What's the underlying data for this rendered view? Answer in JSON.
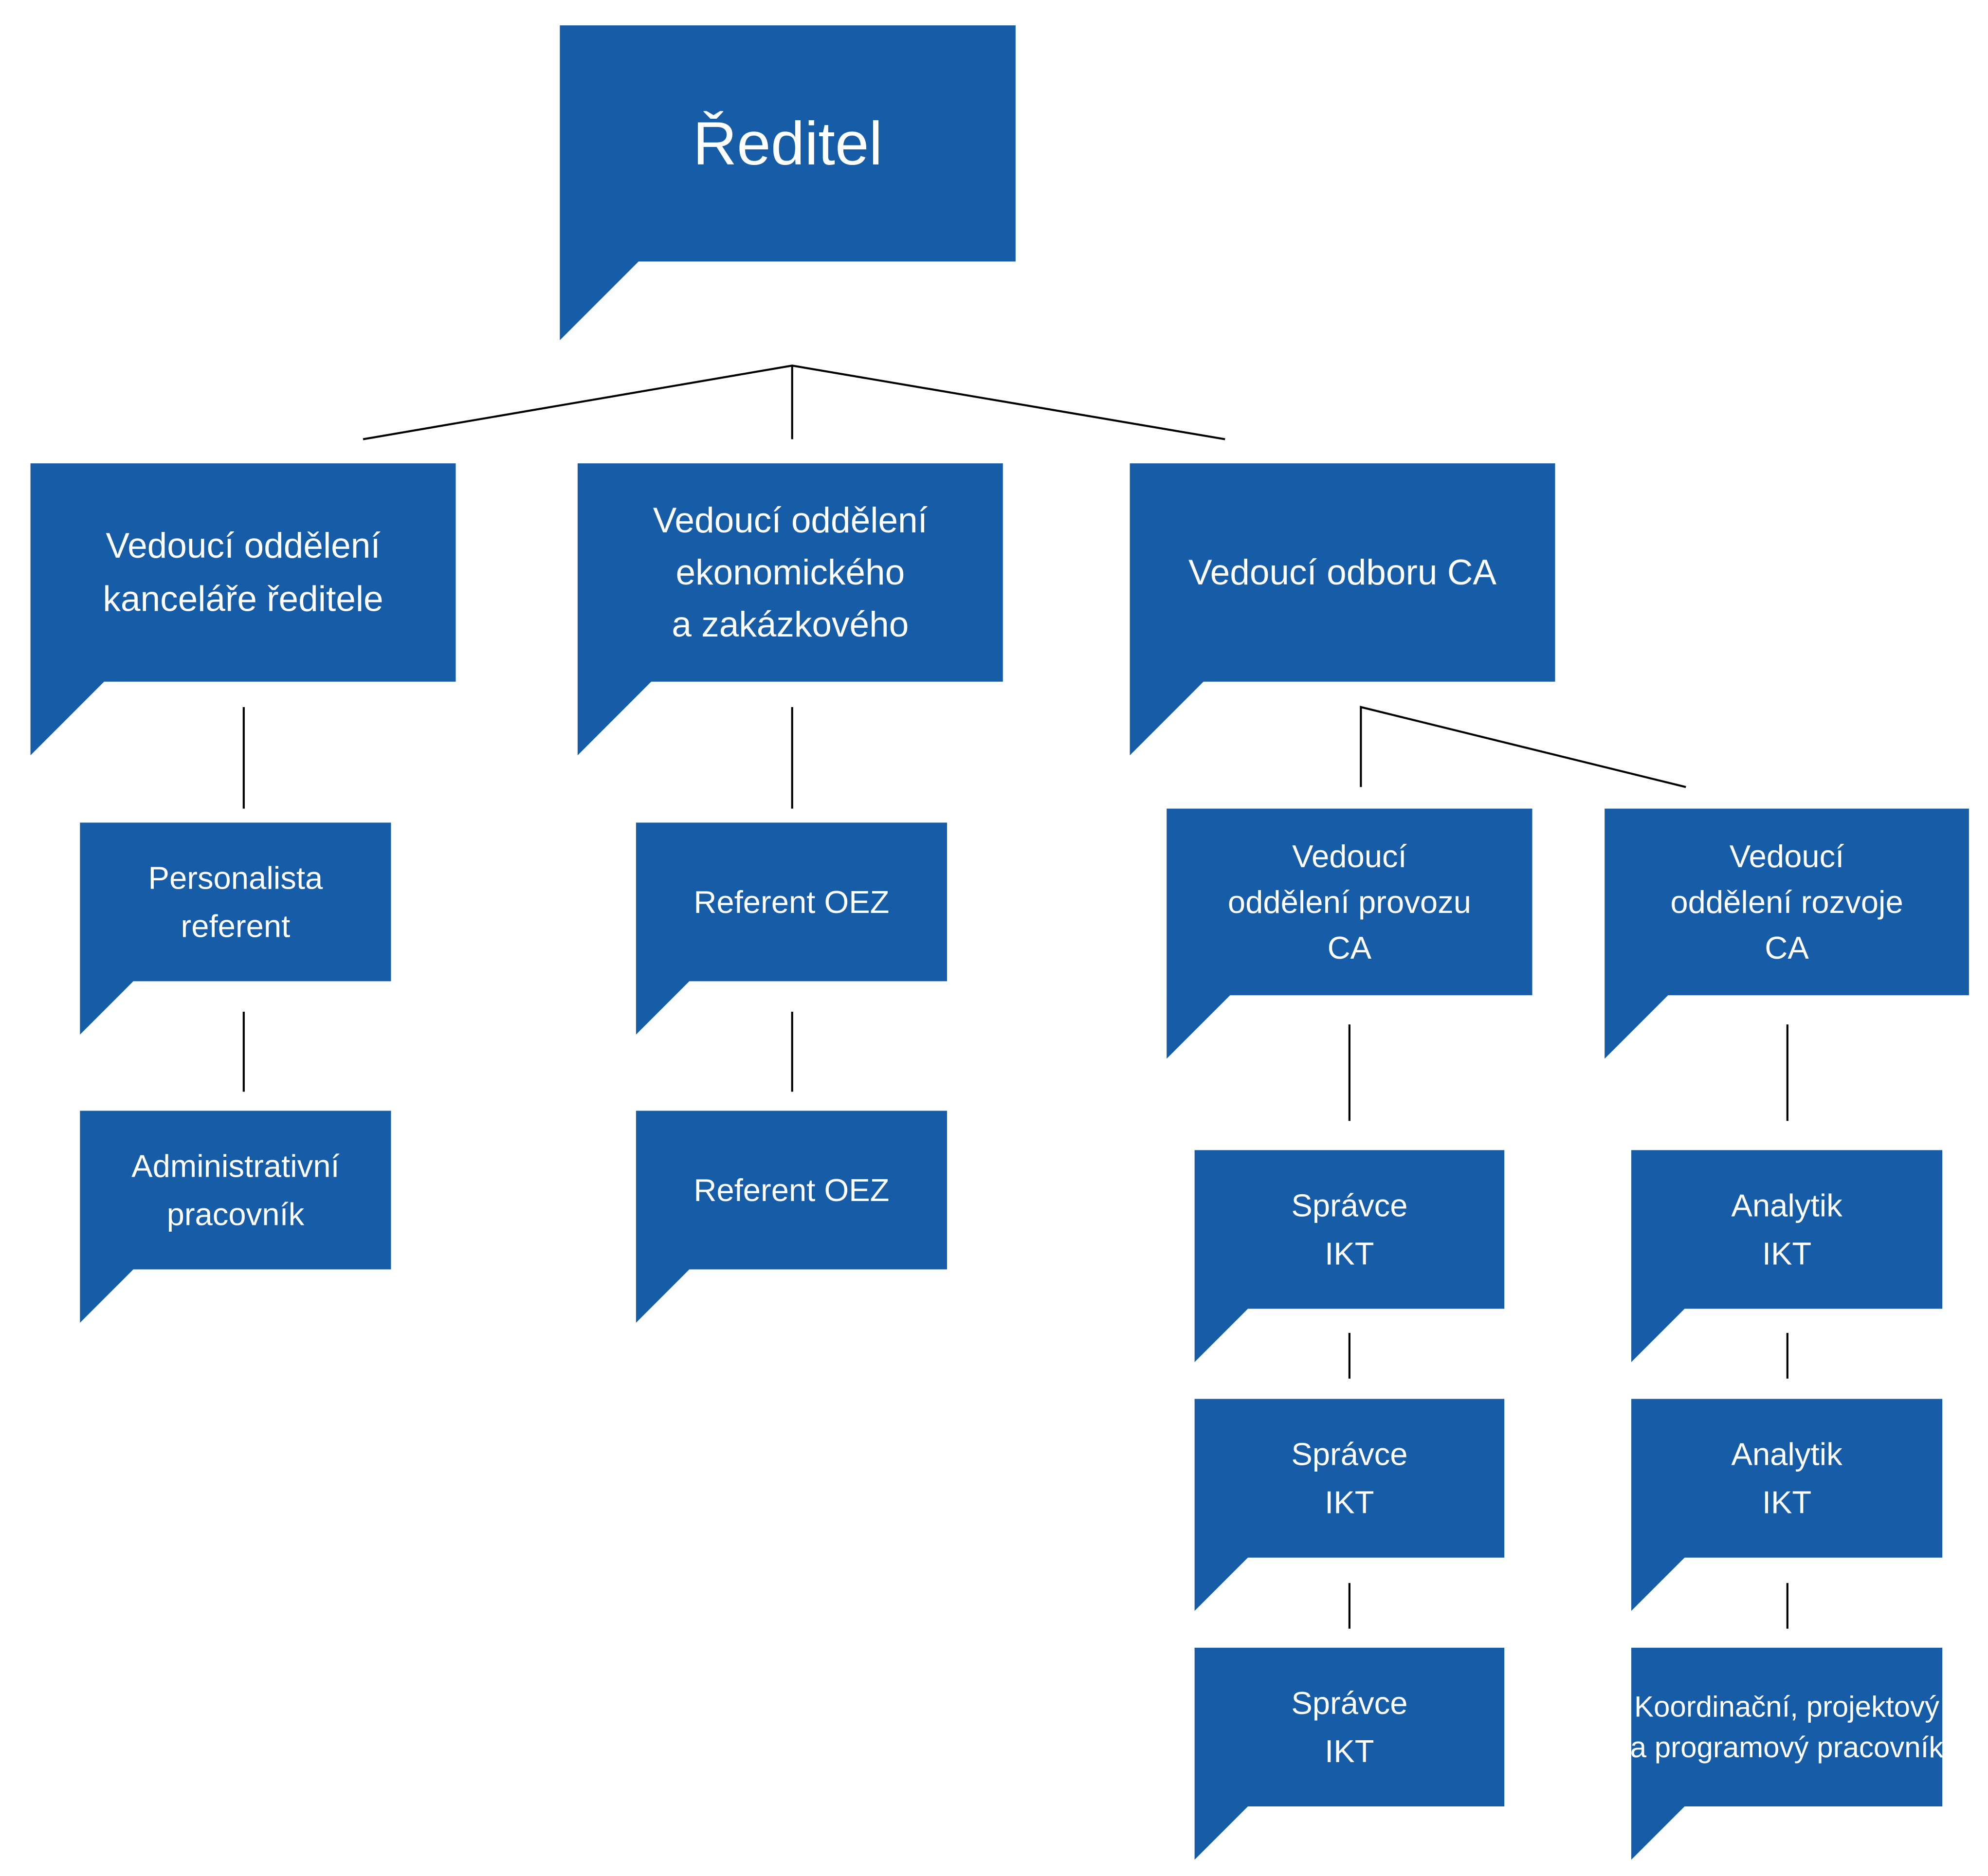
{
  "colors": {
    "box": "#175ca6",
    "line": "#000000",
    "text": "#ffffff"
  },
  "nodes": [
    {
      "id": "reditel",
      "lines": [
        "Ředitel"
      ]
    },
    {
      "id": "kancelar",
      "lines": [
        "Vedoucí oddělení",
        "kanceláře ředitele"
      ]
    },
    {
      "id": "ekonom",
      "lines": [
        "Vedoucí oddělení",
        "ekonomického",
        "a zakázkového"
      ]
    },
    {
      "id": "odbor-ca",
      "lines": [
        "Vedoucí odboru CA"
      ]
    },
    {
      "id": "personalista",
      "lines": [
        "Personalista",
        "referent"
      ]
    },
    {
      "id": "administrativni",
      "lines": [
        "Administrativní",
        "pracovník"
      ]
    },
    {
      "id": "referent-oez-1",
      "lines": [
        "Referent OEZ"
      ]
    },
    {
      "id": "referent-oez-2",
      "lines": [
        "Referent OEZ"
      ]
    },
    {
      "id": "provoz-ca",
      "lines": [
        "Vedoucí",
        "oddělení provozu",
        "CA"
      ]
    },
    {
      "id": "rozvoj-ca",
      "lines": [
        "Vedoucí",
        "oddělení rozvoje",
        "CA"
      ]
    },
    {
      "id": "spravce-1",
      "lines": [
        "Správce",
        "IKT"
      ]
    },
    {
      "id": "spravce-2",
      "lines": [
        "Správce",
        "IKT"
      ]
    },
    {
      "id": "spravce-3",
      "lines": [
        "Správce",
        "IKT"
      ]
    },
    {
      "id": "analytik-1",
      "lines": [
        "Analytik",
        "IKT"
      ]
    },
    {
      "id": "analytik-2",
      "lines": [
        "Analytik",
        "IKT"
      ]
    },
    {
      "id": "koordinacni",
      "lines": [
        "Koordinační, projektový",
        "a programový pracovník"
      ]
    }
  ],
  "edges": [
    {
      "from": "reditel",
      "to": "kancelar"
    },
    {
      "from": "reditel",
      "to": "ekonom"
    },
    {
      "from": "reditel",
      "to": "odbor-ca"
    },
    {
      "from": "kancelar",
      "to": "personalista"
    },
    {
      "from": "personalista",
      "to": "administrativni"
    },
    {
      "from": "ekonom",
      "to": "referent-oez-1"
    },
    {
      "from": "referent-oez-1",
      "to": "referent-oez-2"
    },
    {
      "from": "odbor-ca",
      "to": "provoz-ca"
    },
    {
      "from": "odbor-ca",
      "to": "rozvoj-ca"
    },
    {
      "from": "provoz-ca",
      "to": "spravce-1"
    },
    {
      "from": "spravce-1",
      "to": "spravce-2"
    },
    {
      "from": "spravce-2",
      "to": "spravce-3"
    },
    {
      "from": "rozvoj-ca",
      "to": "analytik-1"
    },
    {
      "from": "analytik-1",
      "to": "analytik-2"
    },
    {
      "from": "analytik-2",
      "to": "koordinacni"
    }
  ]
}
